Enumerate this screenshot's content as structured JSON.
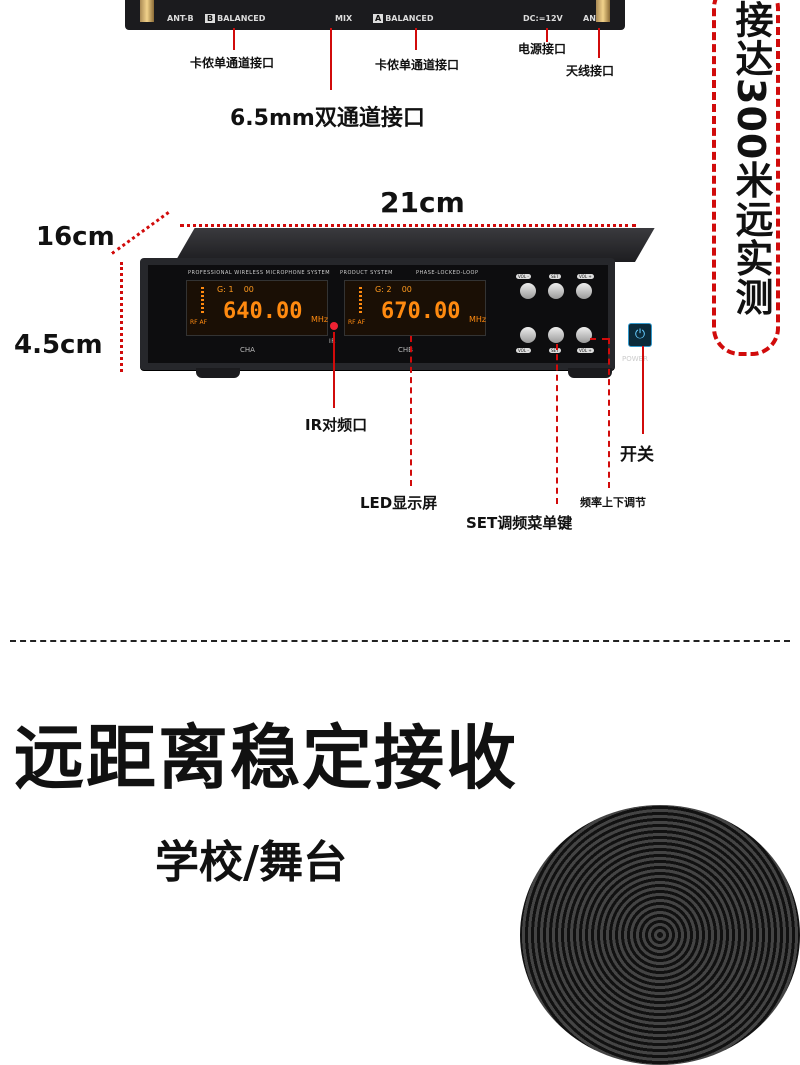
{
  "rear_panel": {
    "labels": {
      "ant_b": "ANT-B",
      "b_balanced": "BALANCED",
      "b_tag": "B",
      "mix": "MIX",
      "a_balanced": "BALANCED",
      "a_tag": "A",
      "dc": "DC:=12V",
      "ant_a": "ANT-A"
    }
  },
  "callouts_top": {
    "xlr_b": "卡侬单通道接口",
    "xlr_a": "卡侬单通道接口",
    "power_port": "电源接口",
    "antenna_port": "天线接口",
    "jack_65": "6.5mm双通道接口"
  },
  "side_banner": {
    "text": "接达300米远实测"
  },
  "dimensions": {
    "width": "21cm",
    "depth": "16cm",
    "height": "4.5cm"
  },
  "front_panel": {
    "brand_line_1": "PROFESSIONAL WIRELESS MICROPHONE SYSTEM",
    "brand_line_2": "PRODUCT SYSTEM",
    "brand_line_3": "PHASE-LOCKED-LOOP",
    "cha": {
      "group": "G: 1",
      "channel": "00",
      "freq": "640.00",
      "unit": "MHz",
      "rf": "RF AF",
      "label": "CHA"
    },
    "chb": {
      "group": "G: 2",
      "channel": "00",
      "freq": "670.00",
      "unit": "MHz",
      "rf": "RF AF",
      "label": "CHB"
    },
    "ir_label": "IR",
    "key_top_left": "VOL -",
    "key_top_mid": "SET",
    "key_top_right": "VOL +",
    "key_bot_left": "VOL -",
    "key_bot_mid": "SET",
    "key_bot_right": "VOL +",
    "power_label": "POWER"
  },
  "callouts_bottom": {
    "ir": "IR对频口",
    "power_switch": "开关",
    "led": "LED显示屏",
    "freq_adjust": "频率上下调节",
    "set_menu": "SET调频菜单键"
  },
  "headline": "远距离稳定接收",
  "subheadline": "学校/舞台"
}
